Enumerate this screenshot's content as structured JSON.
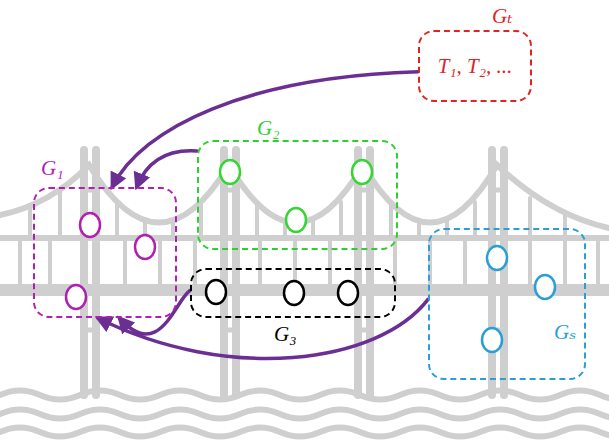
{
  "diagram": {
    "nodes": [
      {
        "text": [
          "Gₜ",
          "T₁, T₂, ..."
        ]
      },
      {
        "text": [
          "G₁"
        ]
      },
      {
        "text": [
          "G₂"
        ]
      },
      {
        "text": [
          "G₃"
        ]
      },
      {
        "text": [
          "Gₛ"
        ]
      }
    ],
    "edges": [
      {
        "from": 0,
        "to": 1,
        "arrow": "to"
      },
      {
        "from": 2,
        "to": 1,
        "arrow": "to"
      },
      {
        "from": 3,
        "to": 1,
        "arrow": "to"
      },
      {
        "from": 4,
        "to": 1,
        "arrow": "to"
      }
    ]
  }
}
